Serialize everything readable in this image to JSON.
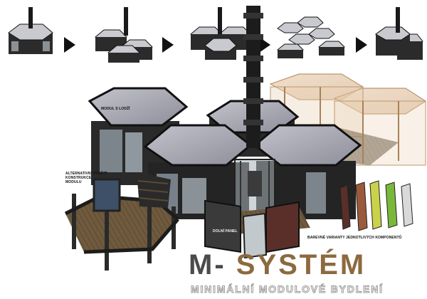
{
  "title": {
    "part1": "M-",
    "part2": "SYSTÉM"
  },
  "subtitle": "MINIMÁLNÍ MODULOVÉ BYDLENÍ",
  "labels": {
    "loggia_module": "MODUL S LODŽÍ",
    "alternative_use": "ALTERNATIVNÍ VYUŽITÍ\nKONSTRUKCE\nMODULU",
    "door_panel": "DOLNÍ PANEL",
    "color_variants": "BAREVNÉ VARIANTY JEDNOTLIVÝCH KOMPONENTŮ"
  },
  "sequence": {
    "steps": 5,
    "arrows": 4
  },
  "colors": {
    "roof": "#a9a9b4",
    "frame": "#222222",
    "wood": "#6f5a3e",
    "glass": "#8f9aa0",
    "title_dark": "#4b4b4b",
    "title_brown": "#8c6a3f",
    "variant_panels": [
      "#5a2f2a",
      "#9b5a3c",
      "#c9d24a",
      "#7ab83a",
      "#d9d9d9"
    ]
  }
}
